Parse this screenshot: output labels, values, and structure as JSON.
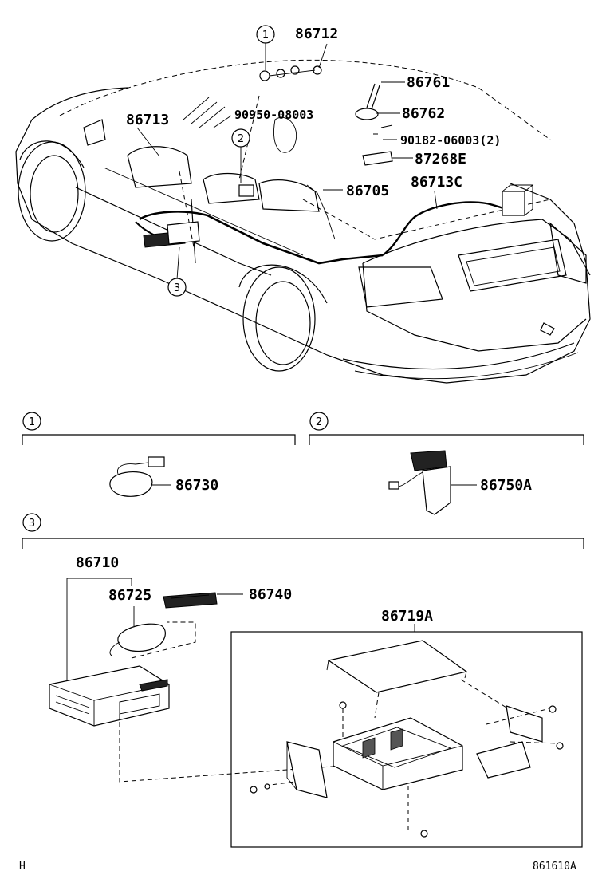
{
  "callouts": {
    "c1": "1",
    "c2": "2",
    "c3": "3"
  },
  "top_labels": {
    "p86712": "86712",
    "p86761": "86761",
    "p86762": "86762",
    "p86713": "86713",
    "p90950": "90950-08003",
    "p90182": "90182-06003(2)",
    "p87268E": "87268E",
    "p86705": "86705",
    "p86713C": "86713C"
  },
  "section1": {
    "label": "86730"
  },
  "section2": {
    "label": "86750A"
  },
  "section3": {
    "p86710": "86710",
    "p86725": "86725",
    "p86740": "86740",
    "p86719A": "86719A"
  },
  "footer": {
    "left": "H",
    "right": "861610A"
  }
}
